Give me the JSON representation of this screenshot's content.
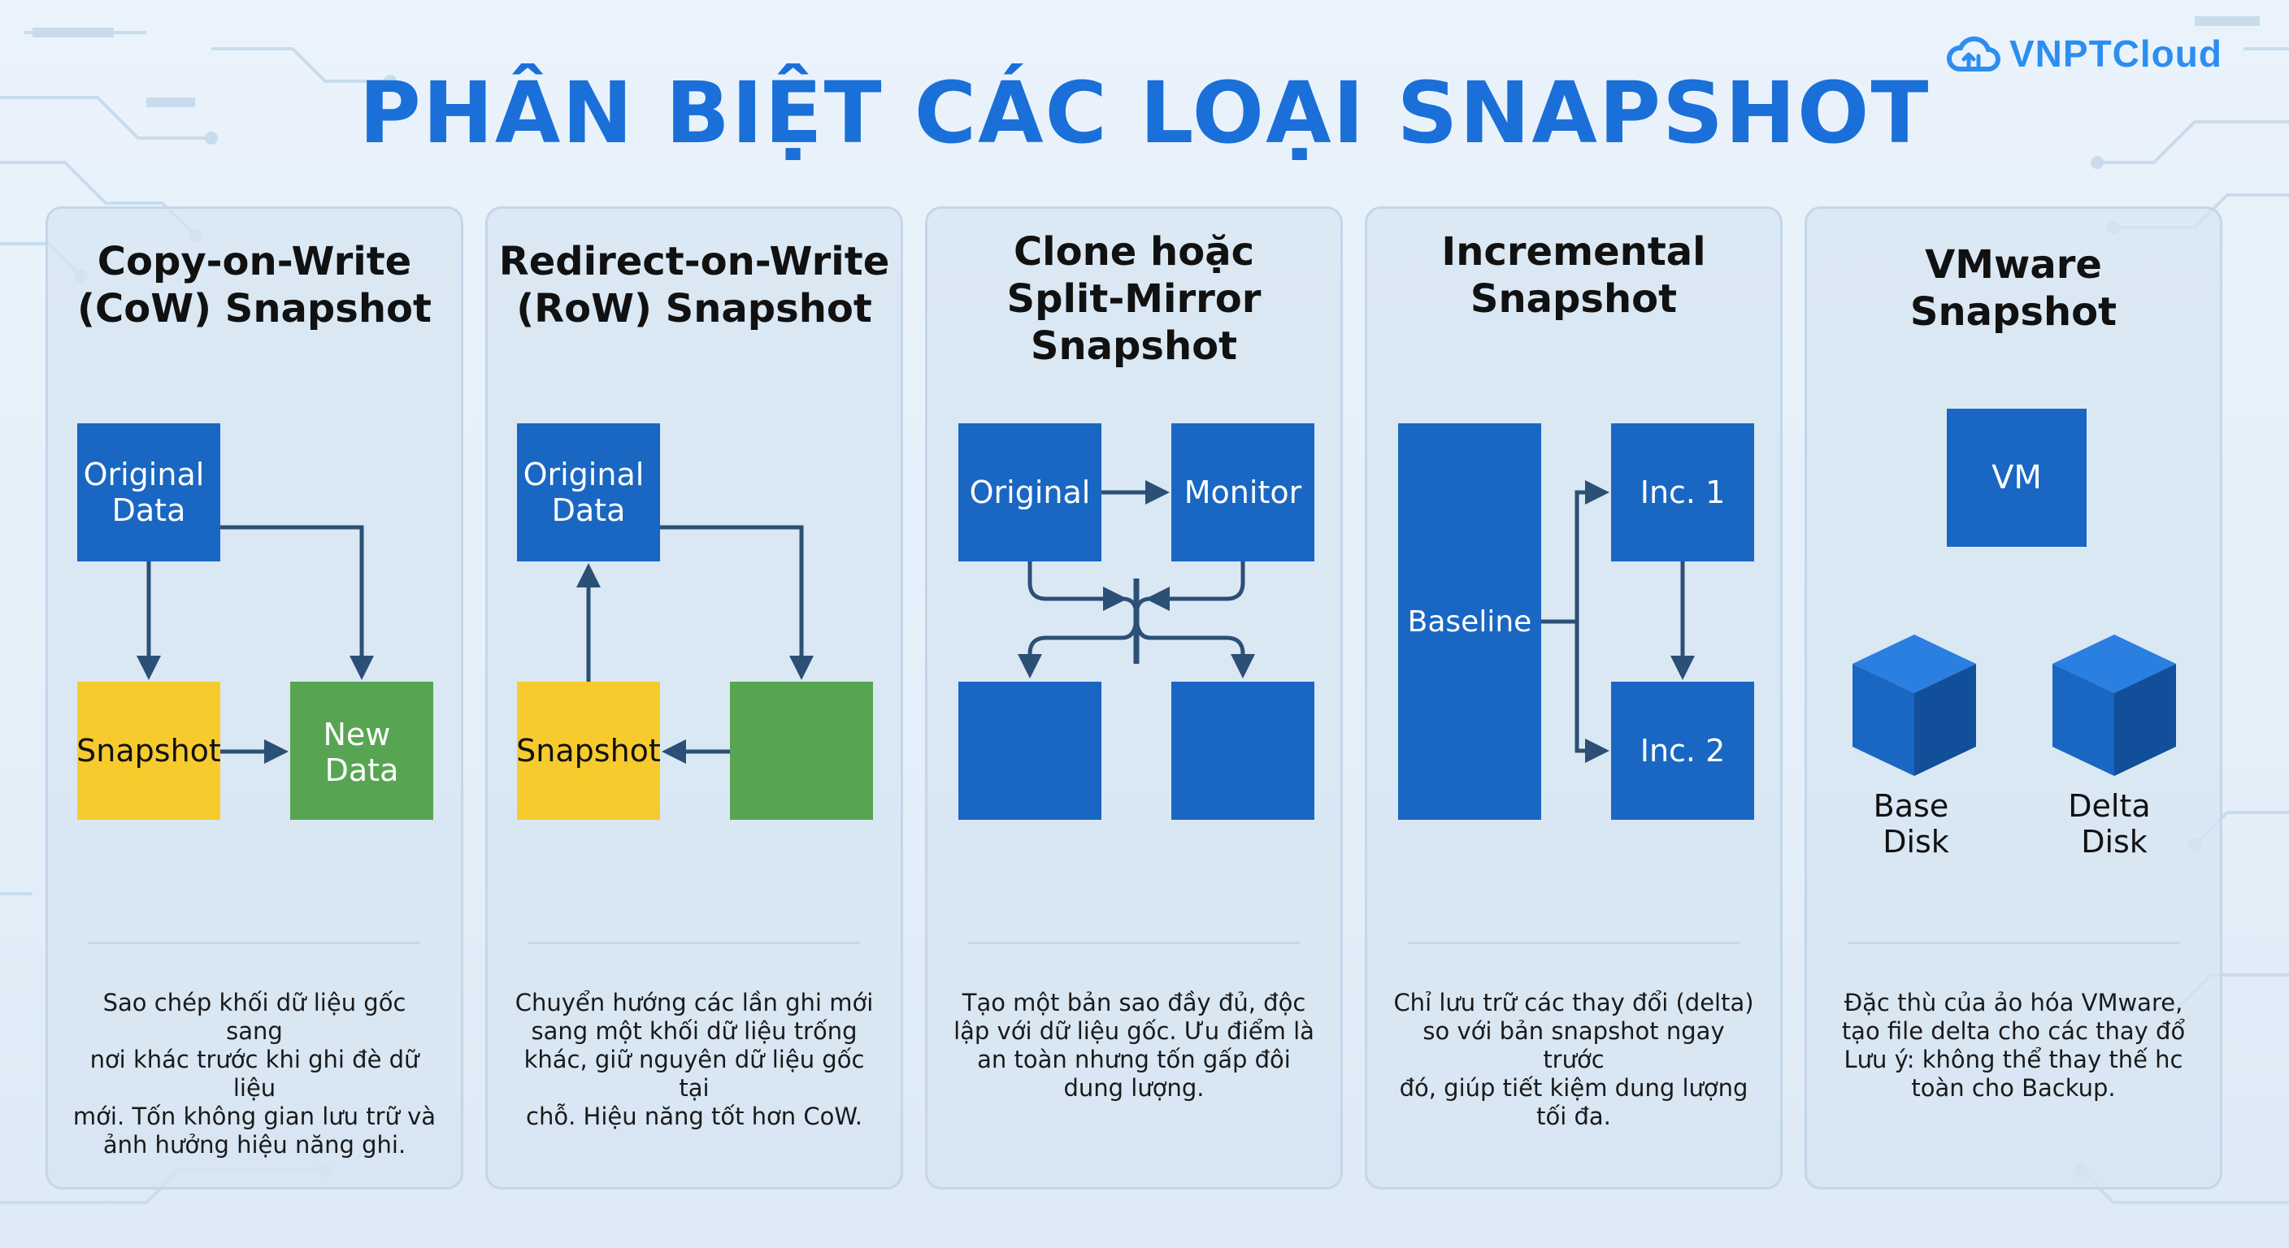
{
  "title": "PHÂN BIỆT CÁC LOẠI SNAPSHOT",
  "brand": {
    "name": "VNPTCloud",
    "color": "#2d8ef0",
    "icon": "cloud-icon"
  },
  "colors": {
    "blue": "#1967c2",
    "yellow": "#f7cb2e",
    "green": "#57a553",
    "arrow": "#2c4f75",
    "title": "#1a6fd8"
  },
  "panels": [
    {
      "title": "Copy-on-Write\n(CoW) Snapshot",
      "boxes": {
        "original": "Original\nData",
        "snapshot": "Snapshot",
        "new_data": "New\nData"
      },
      "description": "Sao chép khối dữ liệu gốc sang\nnơi khác trước khi ghi đè dữ liệu\nmới. Tốn không gian lưu trữ và\nảnh hưởng hiệu năng ghi."
    },
    {
      "title": "Redirect-on-Write\n(RoW) Snapshot",
      "boxes": {
        "original": "Original\nData",
        "snapshot": "Snapshot"
      },
      "description": "Chuyển hướng các lần ghi mới\nsang một khối dữ liệu trống\nkhác, giữ nguyên dữ liệu gốc tại\nchỗ. Hiệu năng tốt hơn CoW."
    },
    {
      "title": "Clone hoặc\nSplit-Mirror\nSnapshot",
      "boxes": {
        "original": "Original",
        "monitor": "Monitor"
      },
      "description": "Tạo một bản sao đầy đủ, độc\nlập với dữ liệu gốc. Ưu điểm là\nan toàn nhưng tốn gấp đôi\ndung lượng."
    },
    {
      "title": "Incremental\nSnapshot",
      "boxes": {
        "baseline": "Baseline",
        "inc1": "Inc. 1",
        "inc2": "Inc. 2"
      },
      "description": "Chỉ lưu trữ các thay đổi (delta)\nso với bản snapshot ngay trước\nđó, giúp tiết kiệm dung lượng\ntối đa."
    },
    {
      "title": "VMware\nSnapshot",
      "boxes": {
        "vm": "VM",
        "base_disk": "Base\nDisk",
        "delta_disk": "Delta\nDisk"
      },
      "description": "Đặc thù của ảo hóa VMware,\ntạo file delta cho các thay đổ\nLưu ý: không thể thay thế hc\ntoàn cho Backup."
    }
  ]
}
